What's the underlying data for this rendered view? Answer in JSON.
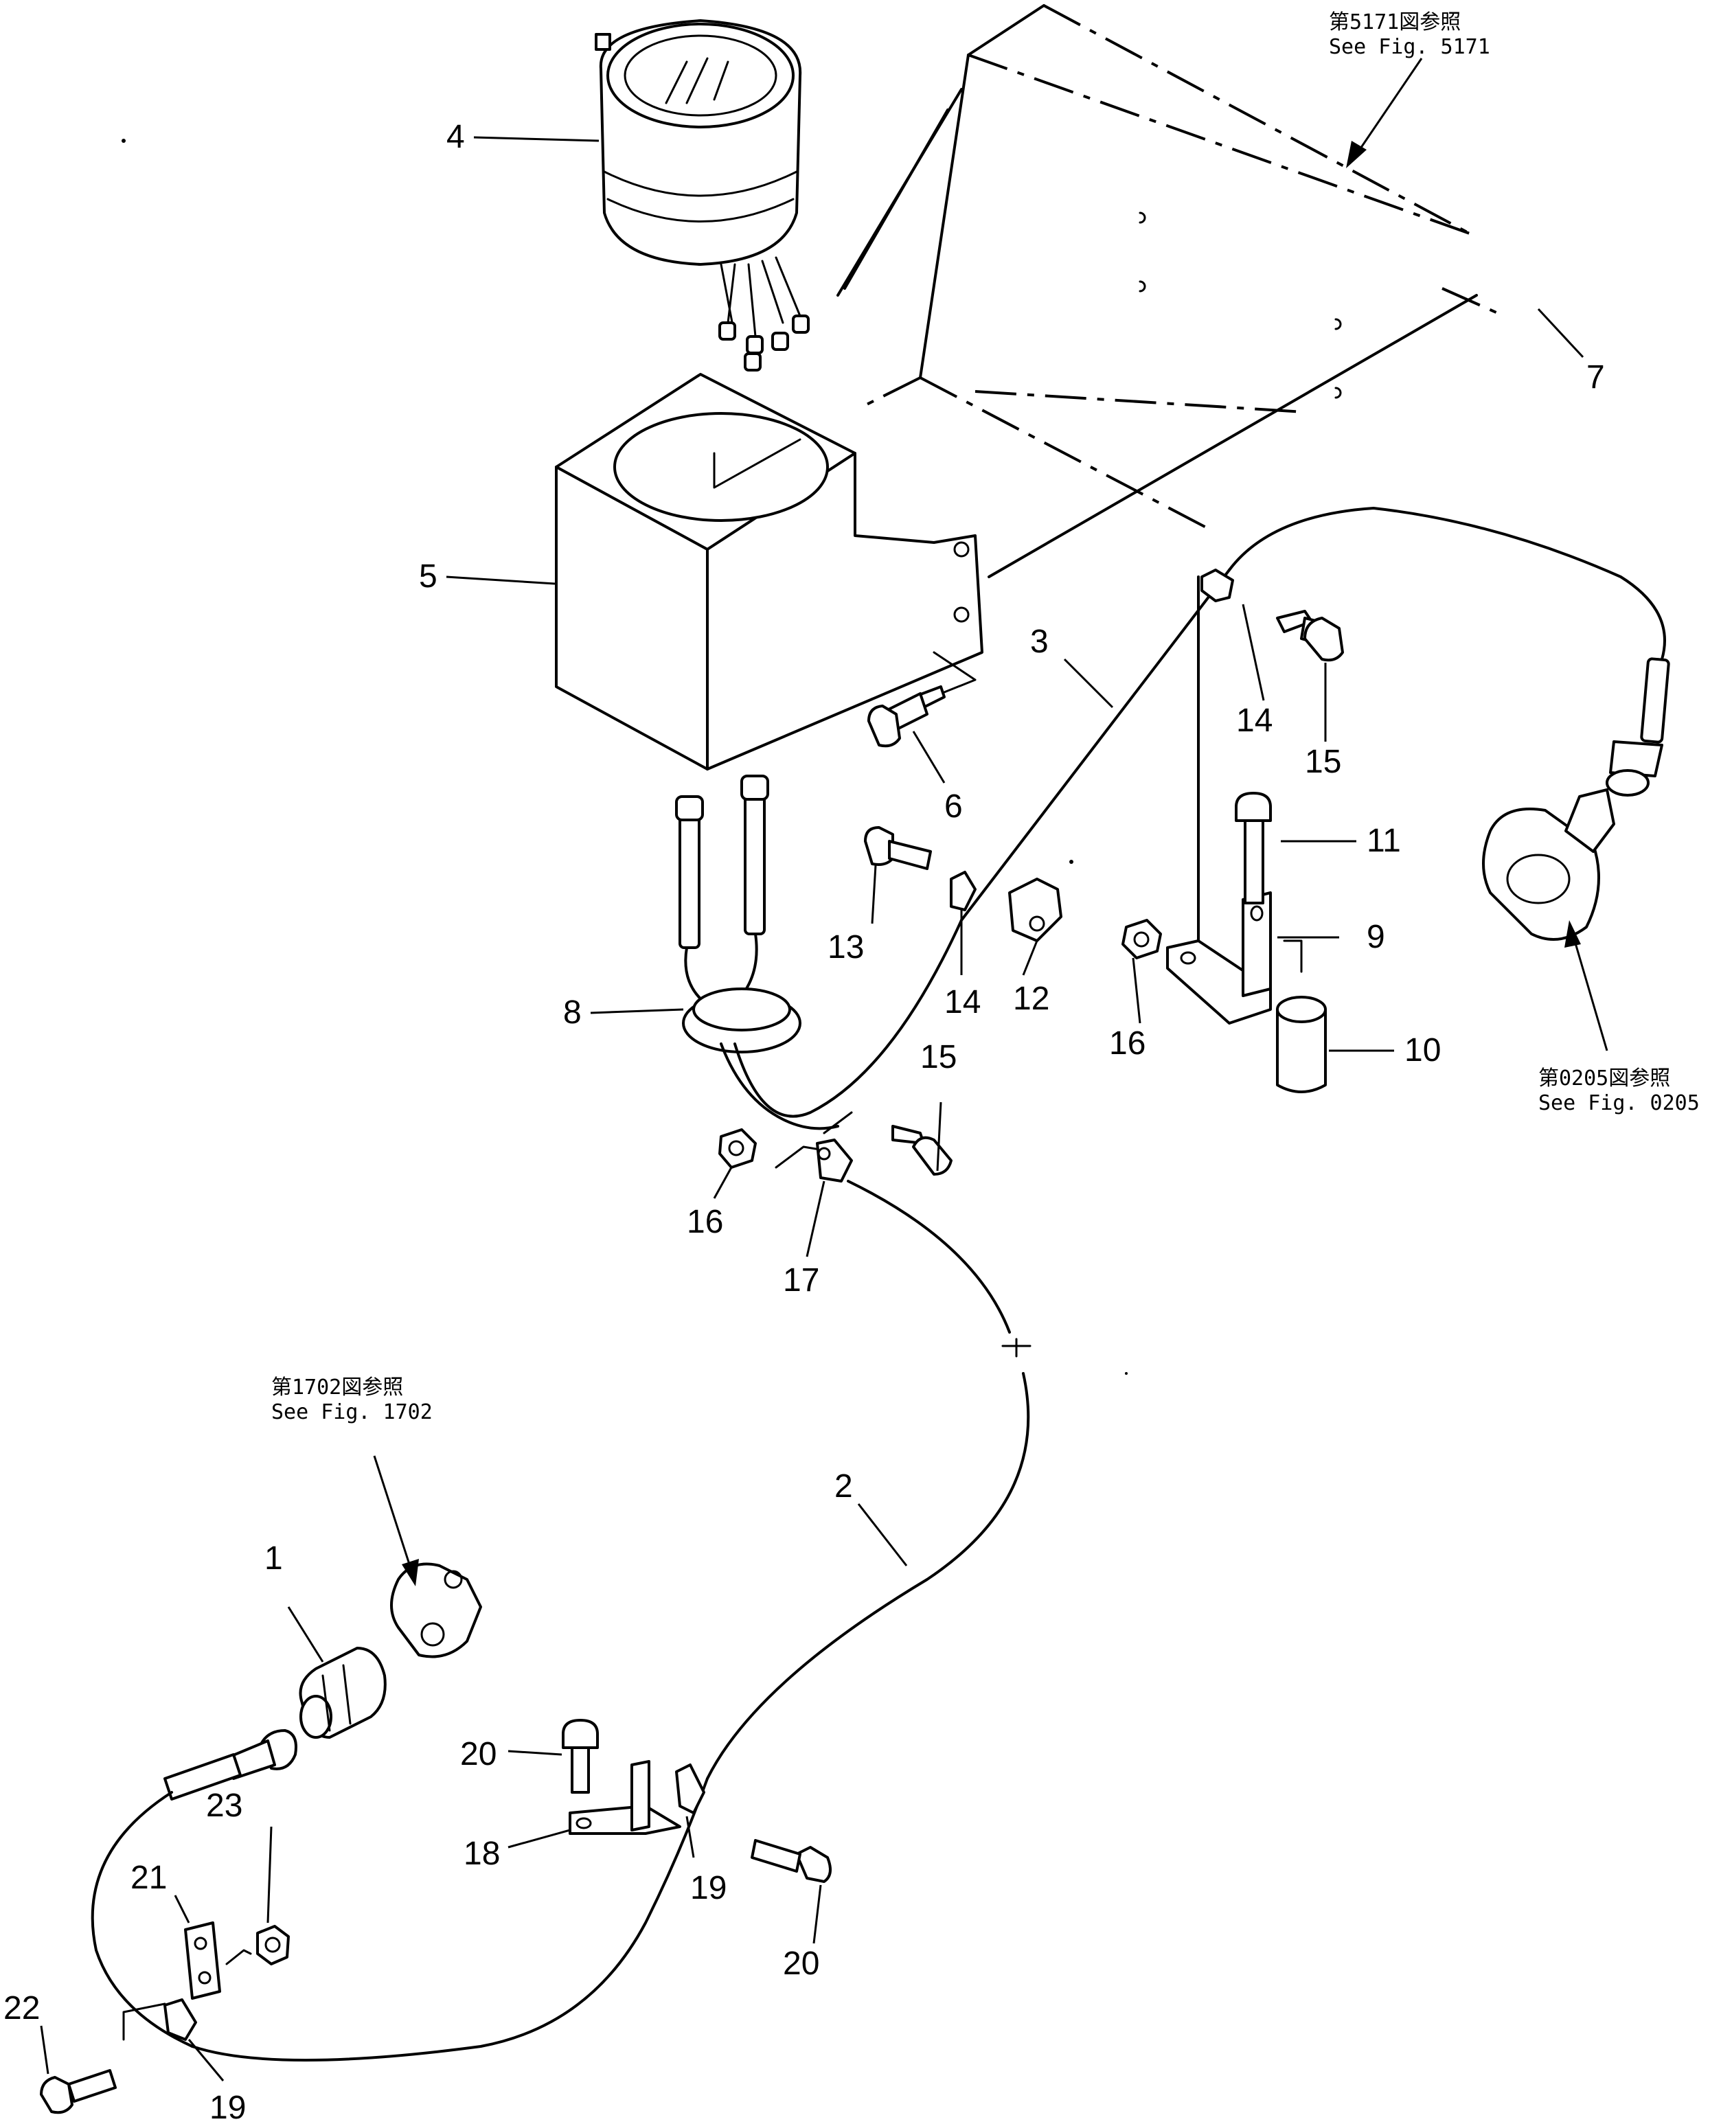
{
  "references": [
    {
      "id": "fig5171",
      "jp": "第5171図参照",
      "en": "See Fig. 5171"
    },
    {
      "id": "fig0205",
      "jp": "第0205図参照",
      "en": "See Fig. 0205"
    },
    {
      "id": "fig1702",
      "jp": "第1702図参照",
      "en": "See Fig. 1702"
    }
  ],
  "callouts": {
    "c1": "1",
    "c2": "2",
    "c3": "3",
    "c4": "4",
    "c5": "5",
    "c6": "6",
    "c7": "7",
    "c8": "8",
    "c9": "9",
    "c10": "10",
    "c11": "11",
    "c12": "12",
    "c13": "13",
    "c14a": "14",
    "c14b": "14",
    "c15a": "15",
    "c15b": "15",
    "c16a": "16",
    "c16b": "16",
    "c17": "17",
    "c18": "18",
    "c19a": "19",
    "c19b": "19",
    "c20a": "20",
    "c20b": "20",
    "c21": "21",
    "c22": "22",
    "c23": "23"
  }
}
